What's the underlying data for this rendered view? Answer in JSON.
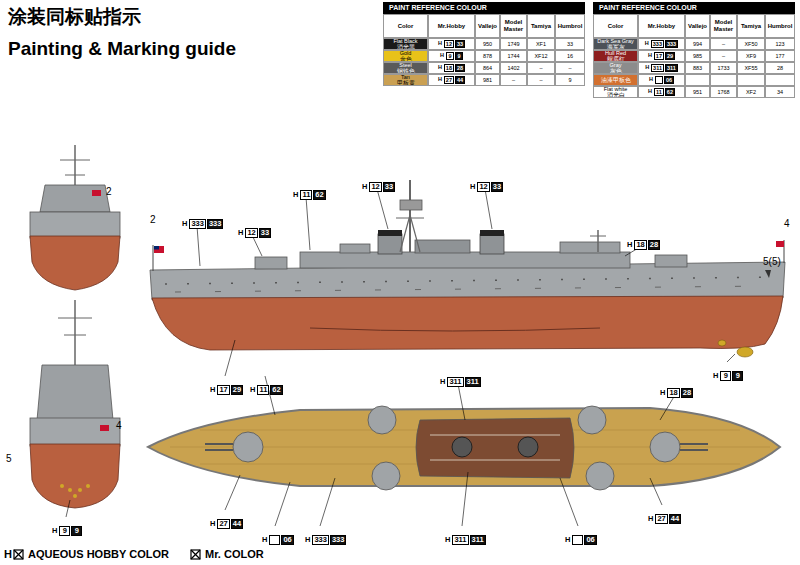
{
  "diagram": {
    "title": "涂装同标贴指示",
    "labels": [
      "Painting & Marking guide",
      "PAINT REFERENCE COLOUR",
      "Color",
      "Mr.Hobby",
      "Vallejo",
      "Model Master",
      "Tamiya",
      "Humbrol",
      "Flat Black",
      "消光黑",
      "H",
      "12",
      "33",
      "950",
      "1749",
      "XF1",
      "33",
      "Gold",
      "金色",
      "H",
      "9",
      "9",
      "878",
      "1744",
      "XF12",
      "16",
      "Steel",
      "钢铁色",
      "H",
      "18",
      "28",
      "864",
      "1402",
      "–",
      "–",
      "Tan",
      "甲板黄",
      "H",
      "27",
      "44",
      "981",
      "–",
      "–",
      "9",
      "PAINT REFERENCE COLOUR",
      "Color",
      "Mr.Hobby",
      "Vallejo",
      "Model Master",
      "Tamiya",
      "Humbrol",
      "Dark Sea Gray",
      "海军灰",
      "H",
      "333",
      "333",
      "994",
      "–",
      "XF50",
      "123",
      "Hull Red",
      "舰底红",
      "H",
      "17",
      "29",
      "985",
      "–",
      "XF9",
      "177",
      "Gray",
      "灰色",
      "H",
      "311",
      "311",
      "883",
      "1733",
      "XF55",
      "28",
      "油漆甲板色",
      "H",
      "06",
      "Flat white",
      "消光白",
      "H",
      "11",
      "62",
      "951",
      "1768",
      "XF2",
      "34",
      "2",
      "H",
      "333",
      "333",
      "H",
      "12",
      "33",
      "H",
      "11",
      "62",
      "H",
      "12",
      "33",
      "H",
      "12",
      "33",
      "H",
      "18",
      "28",
      "4",
      "5(5)",
      "H",
      "9",
      "9",
      "H",
      "17",
      "29",
      "H",
      "11",
      "62",
      "H",
      "311",
      "311",
      "H",
      "18",
      "28",
      "H",
      "27",
      "44",
      "H",
      "06",
      "H",
      "333",
      "333",
      "H",
      "311",
      "311",
      "H",
      "06",
      "H",
      "27",
      "44",
      "2",
      "4",
      "5",
      "H",
      "9",
      "9",
      "H"
    ],
    "legend": [
      {
        "text": "AQUEOUS HOBBY COLOR"
      },
      {
        "text": "Mr. COLOR"
      }
    ]
  }
}
